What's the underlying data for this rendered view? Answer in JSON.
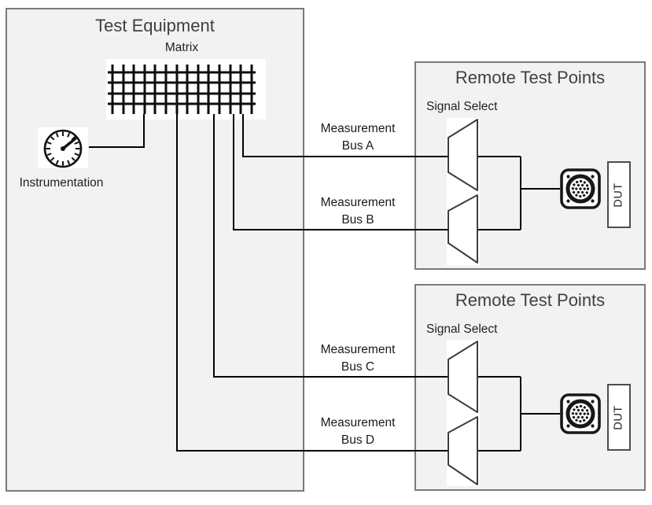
{
  "diagram": {
    "test_equipment": {
      "title": "Test Equipment",
      "matrix_label": "Matrix",
      "instrumentation_label": "Instrumentation"
    },
    "buses": [
      {
        "line1": "Measurement",
        "line2": "Bus A"
      },
      {
        "line1": "Measurement",
        "line2": "Bus B"
      },
      {
        "line1": "Measurement",
        "line2": "Bus C"
      },
      {
        "line1": "Measurement",
        "line2": "Bus D"
      }
    ],
    "remote_units": [
      {
        "title": "Remote Test Points",
        "signal_select_label": "Signal Select",
        "dut_label": "DUT"
      },
      {
        "title": "Remote Test Points",
        "signal_select_label": "Signal Select",
        "dut_label": "DUT"
      }
    ],
    "icons": {
      "matrix": "matrix-grid-icon",
      "instrumentation": "gauge-icon",
      "signal_select": "mux-trapezoid-icon",
      "connector": "circular-connector-icon"
    },
    "colors": {
      "box_fill": "#f2f2f2",
      "box_border": "#7a7a7a",
      "line": "#000000",
      "title_text": "#404040",
      "label_text": "#1a1a1a",
      "shape_stroke": "#3d3d3d"
    }
  }
}
